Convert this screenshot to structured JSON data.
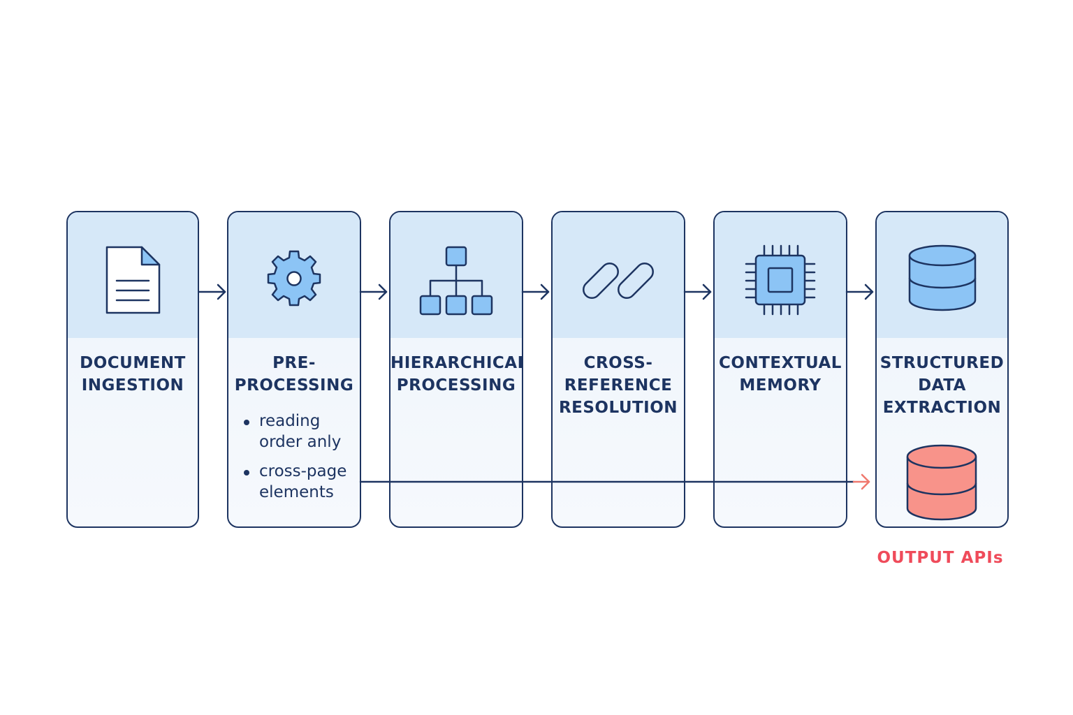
{
  "stages": [
    {
      "id": "document-ingestion",
      "title_lines": [
        "DOCUMENT",
        "INGESTION"
      ],
      "icon": "document-icon"
    },
    {
      "id": "pre-processing",
      "title_lines": [
        "PRE-",
        "PROCESSING"
      ],
      "icon": "gear-icon",
      "bullets": [
        {
          "lines": [
            "reading",
            "order anly"
          ]
        },
        {
          "lines": [
            "cross-page",
            "elements"
          ]
        }
      ]
    },
    {
      "id": "hierarchical-processing",
      "title_lines": [
        "HIERARCHICAL",
        "PROCESSING"
      ],
      "icon": "hierarchy-icon"
    },
    {
      "id": "cross-reference-resolution",
      "title_lines": [
        "CROSS-",
        "REFERENCE",
        "RESOLUTION"
      ],
      "icon": "link-icon"
    },
    {
      "id": "contextual-memory",
      "title_lines": [
        "CONTEXTUAL",
        "MEMORY"
      ],
      "icon": "chip-icon"
    },
    {
      "id": "structured-data-extraction",
      "title_lines": [
        "STRUCTURED",
        "DATA",
        "EXTRACTION"
      ],
      "icon": "database-icon"
    }
  ],
  "output": {
    "label": "OUTPUT APIs",
    "icon": "output-database-icon"
  },
  "colors": {
    "stroke": "#1d3461",
    "panel_top": "#d6e8f8",
    "panel_body": "#edf4fb",
    "icon_fill": "#8cc4f5",
    "accent": "#ef4b5a",
    "output_fill": "#f8938a"
  }
}
